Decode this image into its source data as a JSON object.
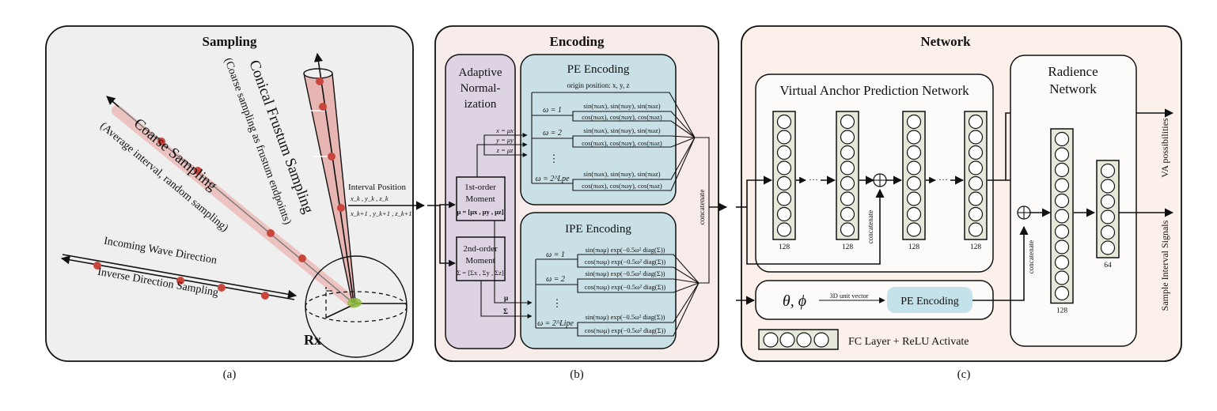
{
  "panels": {
    "sampling": {
      "title": "Sampling",
      "caption": "(a)",
      "coarse_label": "Coarse Sampling",
      "coarse_sub": "(Average interval, random sampling)",
      "conical_label": "Conical Frustum Sampling",
      "conical_sub": "(Coarse sampling as frustum endpoints)",
      "incoming_label": "Incoming Wave Direction",
      "inverse_label": "Inverse Direction Sampling",
      "rx_label": "Rx",
      "interval_label": "Interval Position",
      "interval_line1": "x_k , y_k , z_k",
      "interval_line2": "x_k+1 , y_k+1 , z_k+1"
    },
    "encoding": {
      "title": "Encoding",
      "caption": "(b)",
      "adaptive_label_1": "Adaptive",
      "adaptive_label_2": "Normal-",
      "adaptive_label_3": "ization",
      "first_moment_1": "1st-order",
      "first_moment_2": "Moment",
      "first_moment_3": "μ = [μx , μy , μz]",
      "second_moment_1": "2nd-order",
      "second_moment_2": "Moment",
      "second_moment_3": "Σ = [Σx , Σy , Σz]",
      "mu_labels": [
        "x = μx",
        "y = μy",
        "z = μz"
      ],
      "mu_symbol": "μ",
      "sigma_symbol": "Σ",
      "pe": {
        "title": "PE Encoding",
        "origin": "origin position:  x,  y,  z",
        "rows": [
          {
            "omega": "ω = 1",
            "sin": "sin(πωx), sin(πωy), sin(πωz)",
            "cos": "cos(πωx), cos(πωy), cos(πωz)"
          },
          {
            "omega": "ω = 2",
            "sin": "sin(πωx), sin(πωy), sin(πωz)",
            "cos": "cos(πωx), cos(πωy), cos(πωz)"
          },
          {
            "omega": "ω = 2^Lpe",
            "sin": "sin(πωx), sin(πωy), sin(πωz)",
            "cos": "cos(πωx), cos(πωy), cos(πωz)"
          }
        ],
        "ellipsis": "⋮"
      },
      "ipe": {
        "title": "IPE Encoding",
        "rows": [
          {
            "omega": "ω = 1",
            "sin": "sin(πωμ) exp(−0.5ω² diag(Σ))",
            "cos": "cos(πωμ) exp(−0.5ω² diag(Σ))"
          },
          {
            "omega": "ω = 2",
            "sin": "sin(πωμ) exp(−0.5ω² diag(Σ))",
            "cos": "cos(πωμ) exp(−0.5ω² diag(Σ))"
          },
          {
            "omega": "ω = 2^Lipe",
            "sin": "sin(πωμ) exp(−0.5ω² diag(Σ))",
            "cos": "cos(πωμ) exp(−0.5ω² diag(Σ))"
          }
        ],
        "ellipsis": "⋮"
      },
      "concatenate": "concatenate"
    },
    "network": {
      "title": "Network",
      "caption": "(c)",
      "vap_title": "Virtual Anchor Prediction Network",
      "vap_layers": [
        "128",
        "128",
        "128",
        "128"
      ],
      "ellipsis": "···",
      "concatenate": "concatenate",
      "radiance_title_1": "Radience",
      "radiance_title_2": "Network",
      "radiance_layers": [
        "128",
        "64"
      ],
      "dir_input": "θ, ϕ",
      "unit_vector": "3D unit vector",
      "dir_pe": "PE Encoding",
      "legend": "FC Layer + ReLU Activate",
      "output_va": "VA possibilities",
      "output_signal": "Sample Interval Signals"
    }
  },
  "colors": {
    "sampling_bg": "#efefef",
    "encoding_bg": "#f8ecea",
    "network_bg": "#fcf1ea",
    "adaptive_bg": "#ddd3e3",
    "pe_bg": "#c9e1e6",
    "dir_pe_bg": "#c3e2ea",
    "sample_dot": "#c9463d",
    "beam": "#e7b6b2",
    "layer_fill": "#e4e9da",
    "rx_green": "#8dbd3c"
  }
}
